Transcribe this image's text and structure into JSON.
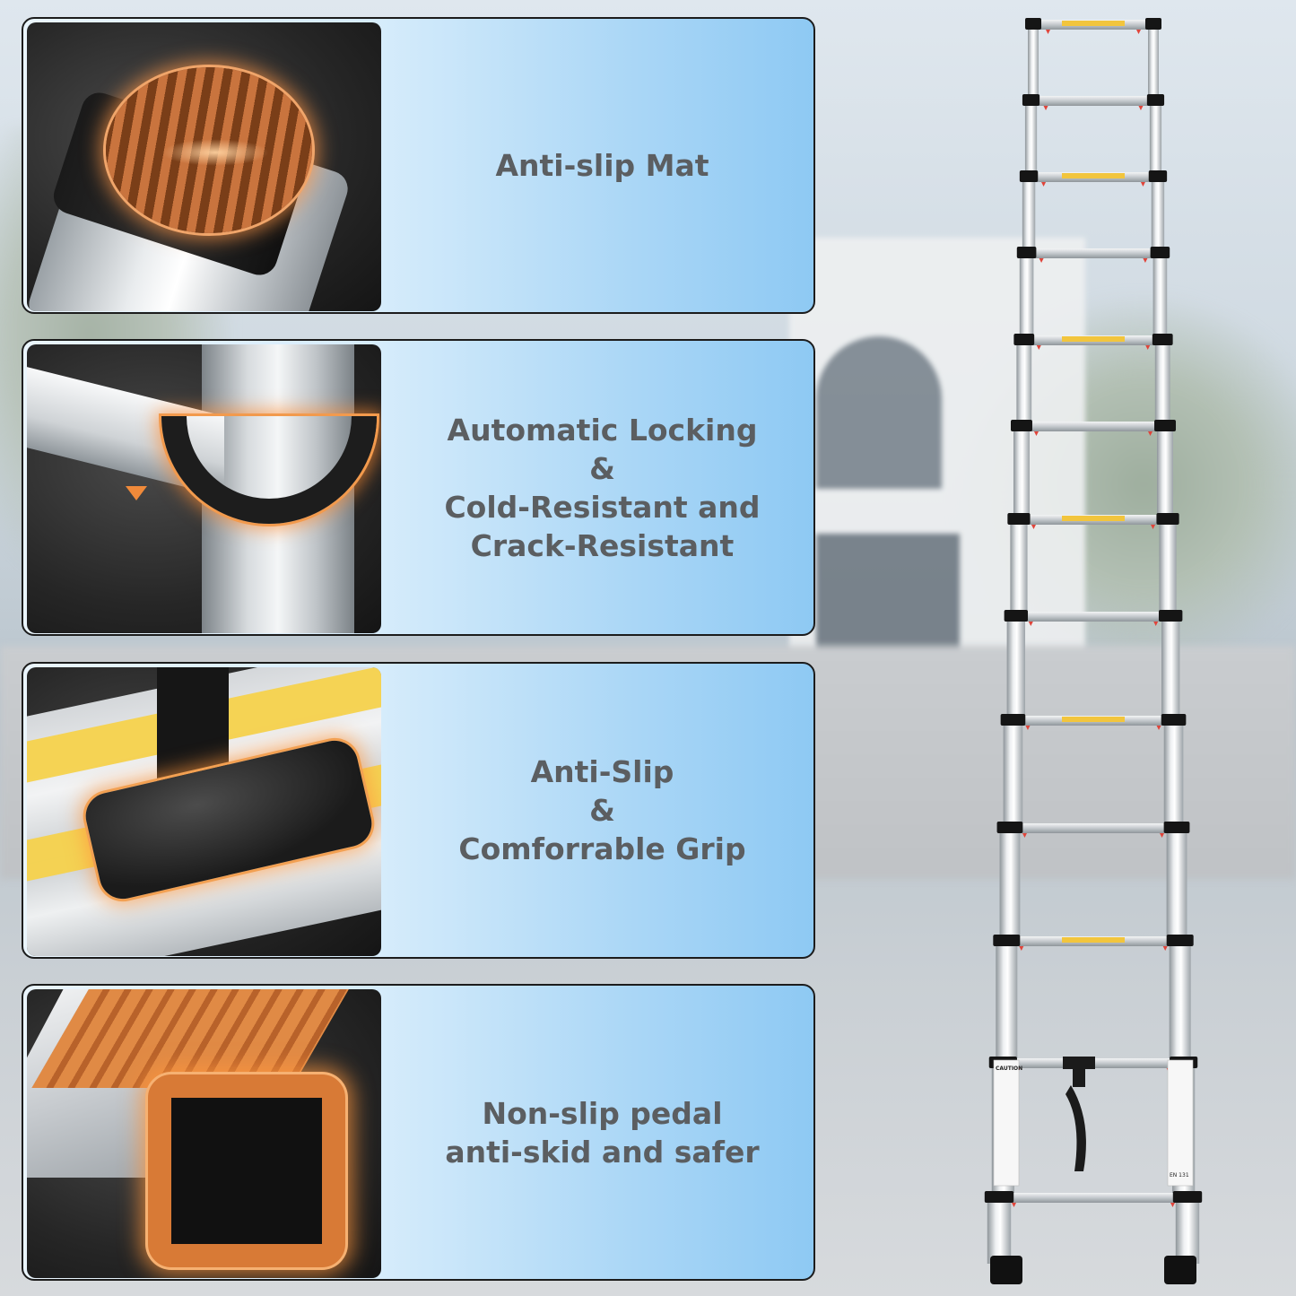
{
  "features": [
    {
      "id": "anti-slip-mat",
      "lines": [
        "Anti-slip Mat"
      ]
    },
    {
      "id": "automatic-locking",
      "lines": [
        "Automatic Locking",
        "&",
        "Cold-Resistant and",
        "Crack-Resistant"
      ]
    },
    {
      "id": "anti-slip-grip",
      "lines": [
        "Anti-Slip",
        "&",
        "Comforrable Grip"
      ]
    },
    {
      "id": "non-slip-pedal",
      "lines": [
        "Non-slip pedal",
        "anti-skid and safer"
      ]
    }
  ],
  "ladder": {
    "label_caution": "CAUTION",
    "label_standard": "EN 131"
  },
  "colors": {
    "feature_text": "#5b5e61",
    "highlight_glow": "#f29a4d",
    "card_gradient_end": "#8ec9f3"
  }
}
